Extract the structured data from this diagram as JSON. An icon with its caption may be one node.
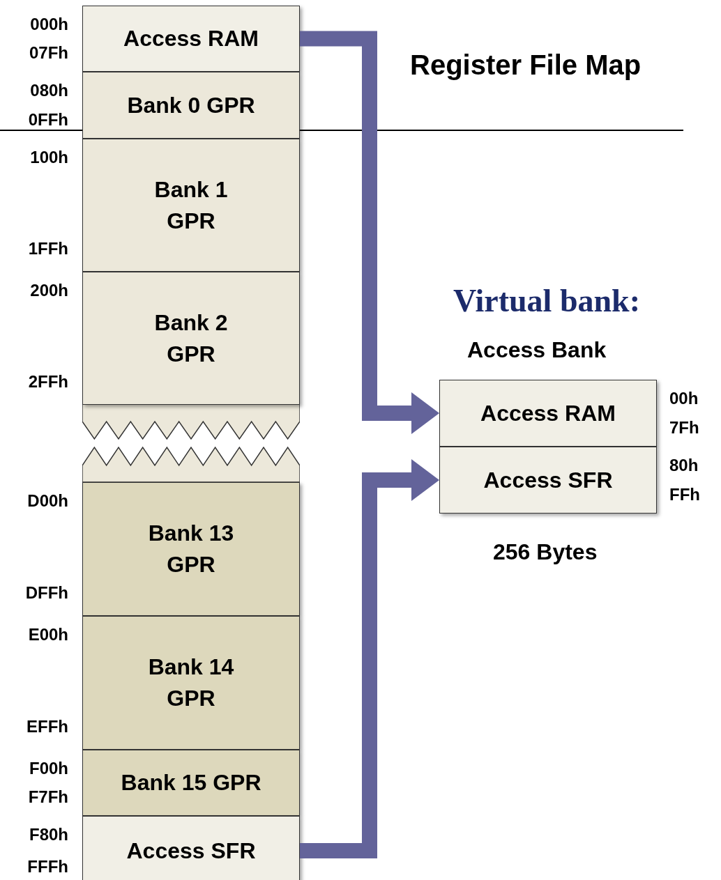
{
  "diagram": {
    "title": "Register File Map",
    "nodes": [
      {
        "text": [
          "Access RAM"
        ],
        "beside": [
          "000h",
          "07Fh"
        ]
      },
      {
        "text": [
          "Bank 0 GPR"
        ],
        "beside": [
          "080h",
          "0FFh"
        ]
      },
      {
        "text": [
          "Bank 1 GPR"
        ],
        "beside": [
          "100h",
          "1FFh"
        ]
      },
      {
        "text": [
          "Bank 2 GPR"
        ],
        "beside": [
          "200h",
          "2FFh"
        ]
      },
      {
        "text": [
          "Bank 13 GPR"
        ],
        "beside": [
          "D00h",
          "DFFh"
        ]
      },
      {
        "text": [
          "Bank 14 GPR"
        ],
        "beside": [
          "E00h",
          "EFFh"
        ]
      },
      {
        "text": [
          "Bank 15 GPR"
        ],
        "beside": [
          "F00h",
          "F7Fh"
        ]
      },
      {
        "text": [
          "Access SFR"
        ],
        "beside": [
          "F80h",
          "FFFh"
        ]
      },
      {
        "text": [
          "Access RAM"
        ],
        "beside": [
          "00h",
          "7Fh"
        ]
      },
      {
        "text": [
          "Access SFR"
        ],
        "beside": [
          "80h",
          "FFh"
        ]
      }
    ],
    "edges": [
      {
        "from": 0,
        "to": 8,
        "arrow": "to"
      },
      {
        "from": 7,
        "to": 9,
        "arrow": "to"
      }
    ],
    "labels": [
      "Virtual bank:",
      "Access Bank",
      "256 Bytes"
    ]
  }
}
